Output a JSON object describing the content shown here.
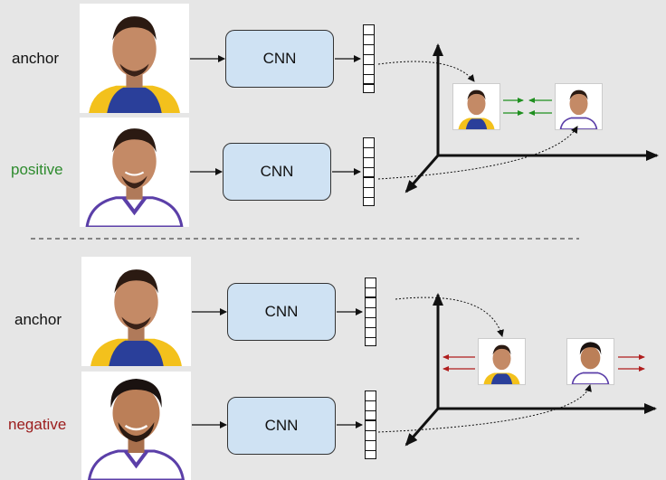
{
  "labels": {
    "anchor_top": "anchor",
    "positive": "positive",
    "anchor_bottom": "anchor",
    "negative": "negative"
  },
  "cnn_label": "CNN",
  "colors": {
    "positive": "#2e8b2e",
    "negative": "#9b1c1c",
    "cnn_fill": "#cfe2f3",
    "background": "#e6e6e6",
    "pull_arrows": "#1f8f1f",
    "push_arrows": "#b01e1e"
  },
  "icons": {
    "anchor_photo": "person-photo-anchor",
    "positive_photo": "person-photo-positive",
    "negative_photo": "person-photo-negative"
  }
}
